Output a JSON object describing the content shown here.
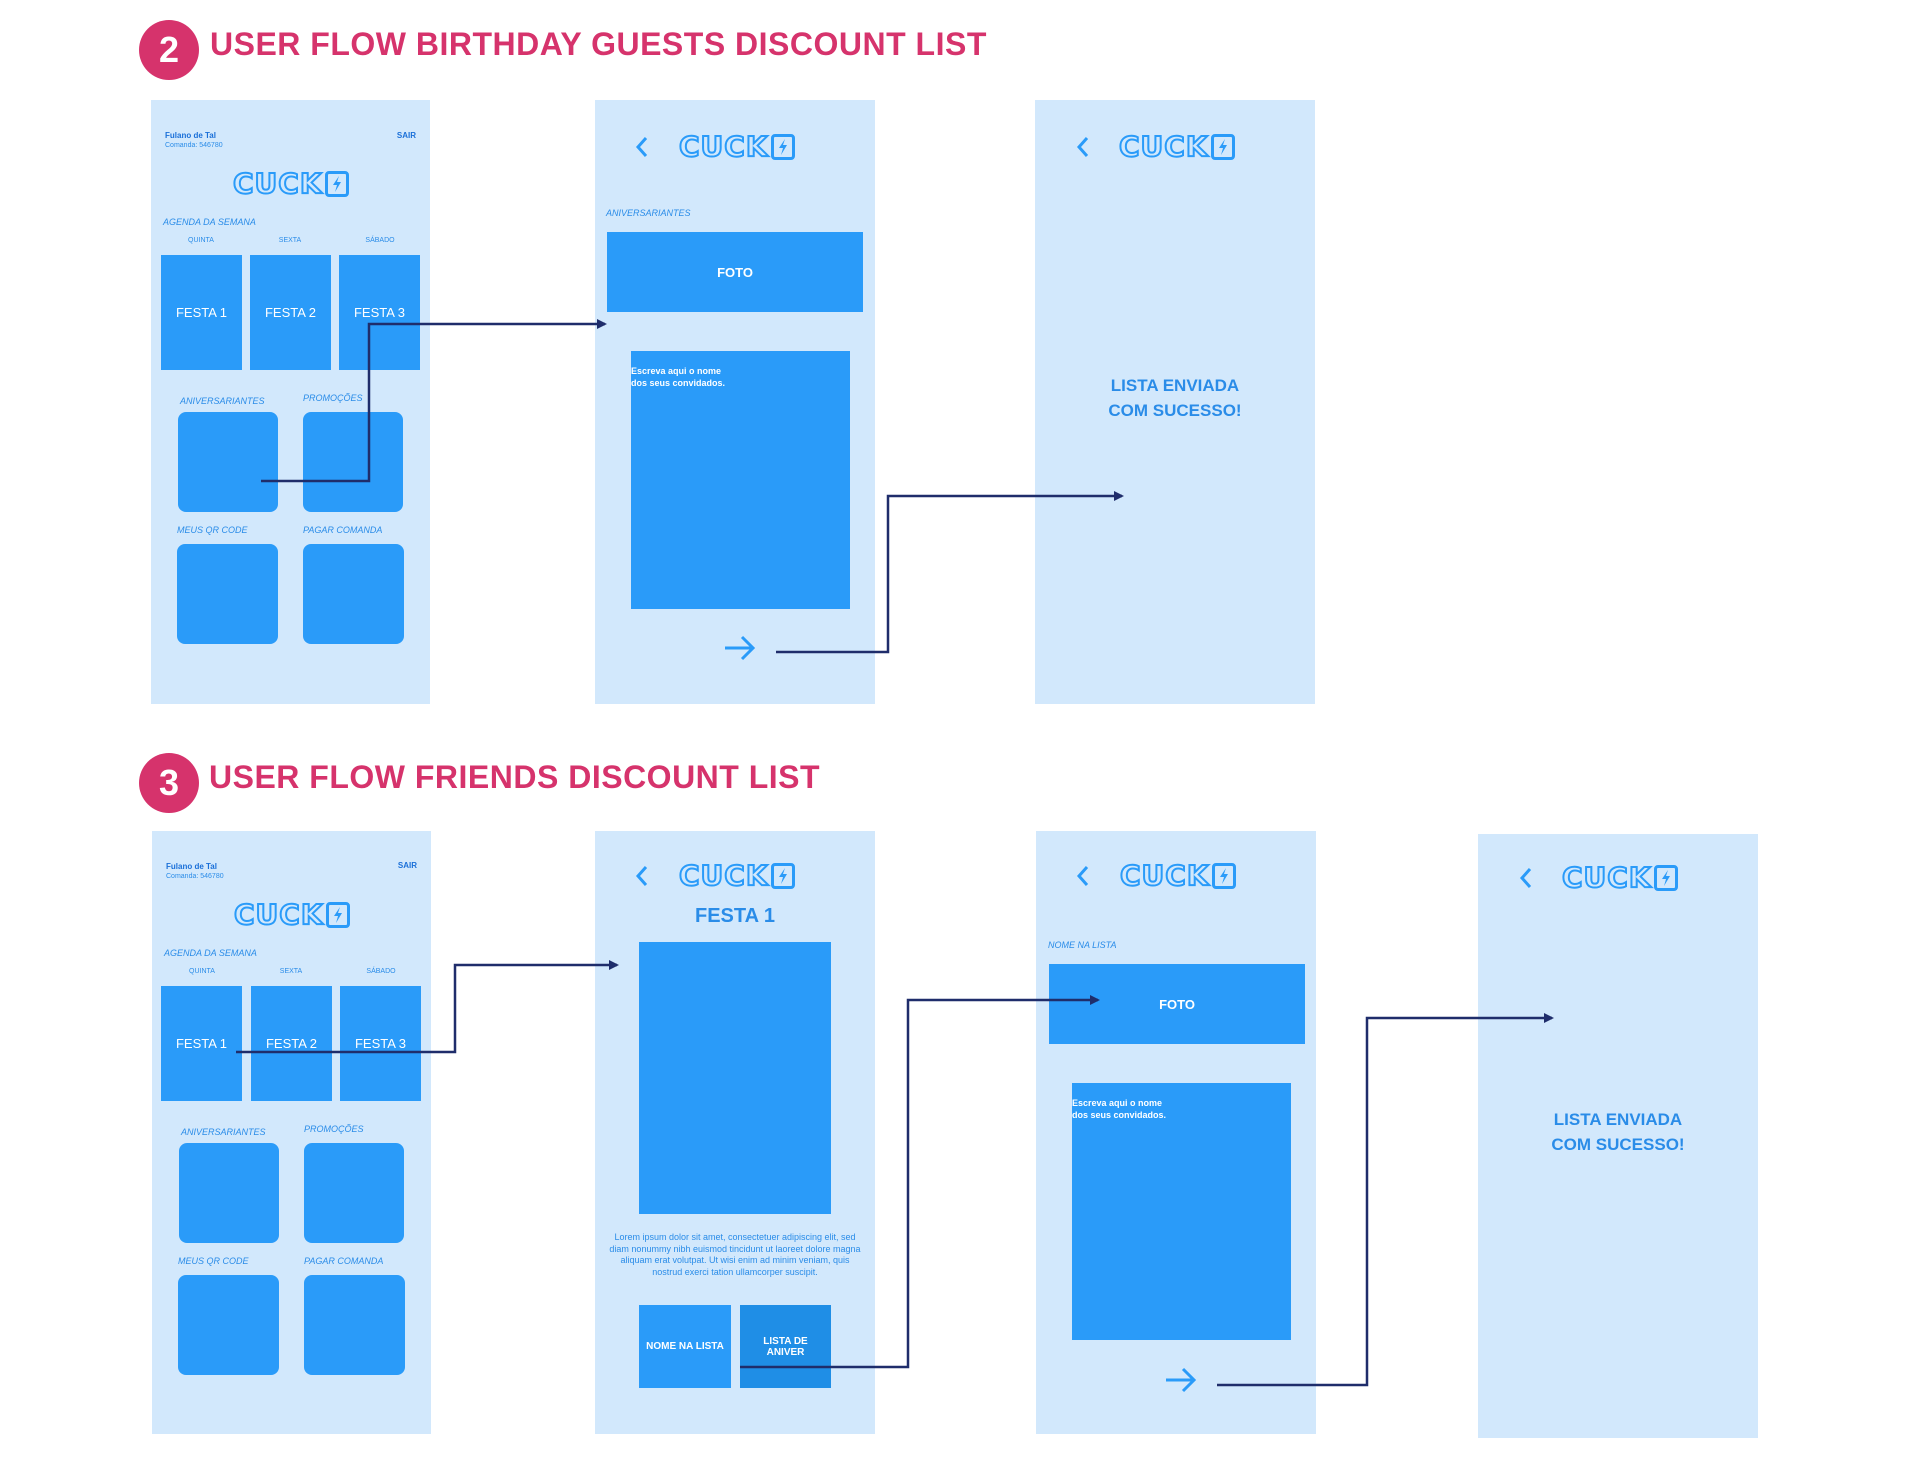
{
  "flow2": {
    "number": "2",
    "title": "USER FLOW BIRTHDAY GUESTS  DISCOUNT LIST",
    "home": {
      "user_name": "Fulano de Tal",
      "comanda": "Comanda: 546780",
      "sair": "SAIR",
      "logo": "CUCK",
      "agenda_label": "AGENDA DA SEMANA",
      "days": [
        "QUINTA",
        "SEXTA",
        "SÁBADO"
      ],
      "parties": [
        "FESTA 1",
        "FESTA 2",
        "FESTA 3"
      ],
      "aniversariantes": "ANIVERSARIANTES",
      "promocoes": "PROMOÇÕES",
      "meus_qr": "MEUS QR CODE",
      "pagar": "PAGAR COMANDA"
    },
    "birthday": {
      "logo": "CUCK",
      "section_label": "ANIVERSARIANTES",
      "photo": "FOTO",
      "textarea_hint_1": "Escreva aqui o nome",
      "textarea_hint_2": "dos seus convidados."
    },
    "success": {
      "logo": "CUCK",
      "line1": "LISTA ENVIADA",
      "line2": "COM SUCESSO!"
    }
  },
  "flow3": {
    "number": "3",
    "title": "USER FLOW FRIENDS DISCOUNT LIST",
    "home": {
      "user_name": "Fulano de Tal",
      "comanda": "Comanda: 546780",
      "sair": "SAIR",
      "logo": "CUCK",
      "agenda_label": "AGENDA DA SEMANA",
      "days": [
        "QUINTA",
        "SEXTA",
        "SÁBADO"
      ],
      "parties": [
        "FESTA 1",
        "FESTA 2",
        "FESTA 3"
      ],
      "aniversariantes": "ANIVERSARIANTES",
      "promocoes": "PROMOÇÕES",
      "meus_qr": "MEUS QR CODE",
      "pagar": "PAGAR COMANDA"
    },
    "party": {
      "logo": "CUCK",
      "title": "FESTA 1",
      "lorem": "Lorem ipsum dolor sit amet, consectetuer adipiscing elit, sed diam nonummy nibh euismod tincidunt ut laoreet dolore magna aliquam erat volutpat. Ut wisi enim ad minim veniam, quis nostrud exerci tation ullamcorper suscipit.",
      "btn_list": "NOME NA LISTA",
      "btn_aniver_1": "LISTA DE",
      "btn_aniver_2": "ANIVER"
    },
    "name_list": {
      "logo": "CUCK",
      "section_label": "NOME NA LISTA",
      "photo": "FOTO",
      "textarea_hint_1": "Escreva aqui o nome",
      "textarea_hint_2": "dos seus convidados."
    },
    "success": {
      "logo": "CUCK",
      "line1": "LISTA ENVIADA",
      "line2": "COM SUCESSO!"
    }
  },
  "colors": {
    "accent": "#d6336c",
    "screen_bg": "#d2e8fc",
    "block": "#2a9bf9",
    "arrow": "#1f2d6b"
  }
}
